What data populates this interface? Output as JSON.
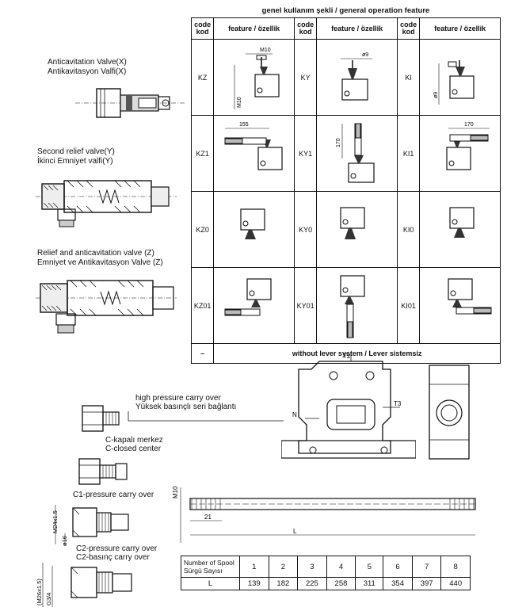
{
  "valves": {
    "x": {
      "line1": "Anticavitation Valve(X)",
      "line2": "Antikavitasyon Valfi(X)"
    },
    "y": {
      "line1": "Second relief valve(Y)",
      "line2": "İkinci Emniyet valfi(Y)"
    },
    "z": {
      "line1": "Relief and anticavitation valve (Z)",
      "line2": "Emniyet ve Antikavitasyon Valve (Z)"
    }
  },
  "operation_table": {
    "title": "genel kullanım şekli / general operation feature",
    "header": {
      "code": "code\nkod",
      "feature": "feature / özellik"
    },
    "rows": [
      [
        "KZ",
        "KY",
        "KI"
      ],
      [
        "KZ1",
        "KY1",
        "KI1"
      ],
      [
        "KZ0",
        "KY0",
        "KI0"
      ],
      [
        "KZ01",
        "KY01",
        "KI01"
      ]
    ],
    "footer_code": "–",
    "footer_text": "without lever system / Lever sistemsiz",
    "dims": {
      "m10": "M10",
      "phi9": "ø9",
      "d155": "155",
      "d170": "170"
    }
  },
  "carry_over": {
    "line1": "high pressure carry over",
    "line2": "Yüksek basınçlı seri bağlantı"
  },
  "plugs": {
    "c": {
      "line1": "C-kapalı merkez",
      "line2": "C-closed center"
    },
    "c1": {
      "line1": "C1-pressure carry over"
    },
    "c2": {
      "line1": "C2-pressure carry over",
      "line2": "C2-basınç carry over"
    },
    "dims": {
      "m24": "M24x1.5",
      "phi16": "ø16",
      "m26": "(M26x1.5)",
      "g34": "G3/4"
    }
  },
  "body_view": {
    "t2": "T2",
    "t3": "T3",
    "n": "N"
  },
  "rod": {
    "m10": "M10",
    "d21": "21",
    "l": "L"
  },
  "spool_table": {
    "header1": "Number of Spool",
    "header2": "Sürgü Sayısı",
    "l_label": "L",
    "spools": [
      "1",
      "2",
      "3",
      "4",
      "5",
      "6",
      "7",
      "8"
    ],
    "lengths": [
      "139",
      "182",
      "225",
      "258",
      "311",
      "354",
      "397",
      "440"
    ]
  }
}
